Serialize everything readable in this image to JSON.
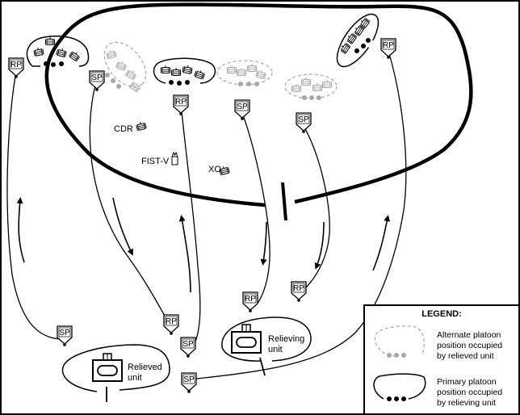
{
  "diagram": {
    "title": "Relief in place — platoon position exchange",
    "colors": {
      "line": "#000000",
      "alternate": "#a8a8a8",
      "background": "#ffffff"
    },
    "point_markers": [
      {
        "id": "rp-top-left",
        "label": "RP"
      },
      {
        "id": "sp-left-alt",
        "label": "SP"
      },
      {
        "id": "rp-center",
        "label": "RP"
      },
      {
        "id": "sp-center-alt",
        "label": "SP"
      },
      {
        "id": "sp-right-alt",
        "label": "SP"
      },
      {
        "id": "rp-top-right",
        "label": "RP"
      },
      {
        "id": "sp-lower-left",
        "label": "SP"
      },
      {
        "id": "rp-lower-mid",
        "label": "RP"
      },
      {
        "id": "sp-lower-mid",
        "label": "SP"
      },
      {
        "id": "sp-bottom-mid",
        "label": "SP"
      },
      {
        "id": "rp-relieving-1",
        "label": "RP"
      },
      {
        "id": "rp-relieving-2",
        "label": "RP"
      }
    ],
    "hq_labels": {
      "cdr": "CDR",
      "fist": "FIST-V",
      "xo": "XO"
    },
    "units": {
      "relieved": {
        "line1": "Relieved",
        "line2": "unit"
      },
      "relieving": {
        "line1": "Relieving",
        "line2": "unit"
      }
    },
    "legend": {
      "title": "LEGEND:",
      "items": [
        {
          "kind": "alternate",
          "lines": [
            "Alternate platoon",
            "position occupied",
            "by relieved unit"
          ]
        },
        {
          "kind": "primary",
          "lines": [
            "Primary platoon",
            "position occupied",
            "by relieving unit"
          ]
        }
      ]
    }
  }
}
